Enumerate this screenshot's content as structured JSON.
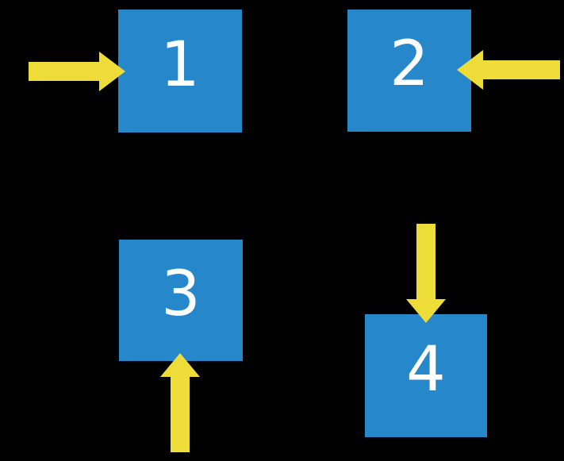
{
  "diagram": {
    "title": "",
    "background": "#000000",
    "colors": {
      "box_fill": "#2787CB",
      "arrow_fill": "#EEDD38",
      "label_text": "#FFFFFF"
    },
    "boxes": [
      {
        "label": "1",
        "position": "top-left",
        "arrow_points": "into-left-side"
      },
      {
        "label": "2",
        "position": "top-right",
        "arrow_points": "into-right-side"
      },
      {
        "label": "3",
        "position": "bottom-left",
        "arrow_points": "into-bottom-side"
      },
      {
        "label": "4",
        "position": "bottom-right",
        "arrow_points": "into-top-side"
      }
    ]
  }
}
